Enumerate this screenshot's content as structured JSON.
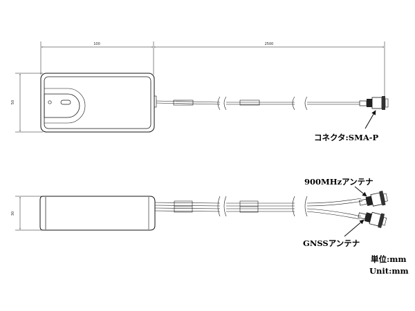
{
  "dimensions": {
    "top_width": "100",
    "cable_length": "2500",
    "top_height": "50",
    "side_height": "30"
  },
  "labels": {
    "connector": "コネクタ:SMA-P",
    "antenna_900": "900MHzアンテナ",
    "antenna_gnss": "GNSSアンテナ",
    "unit_jp": "単位:mm",
    "unit_en": "Unit:mm"
  }
}
